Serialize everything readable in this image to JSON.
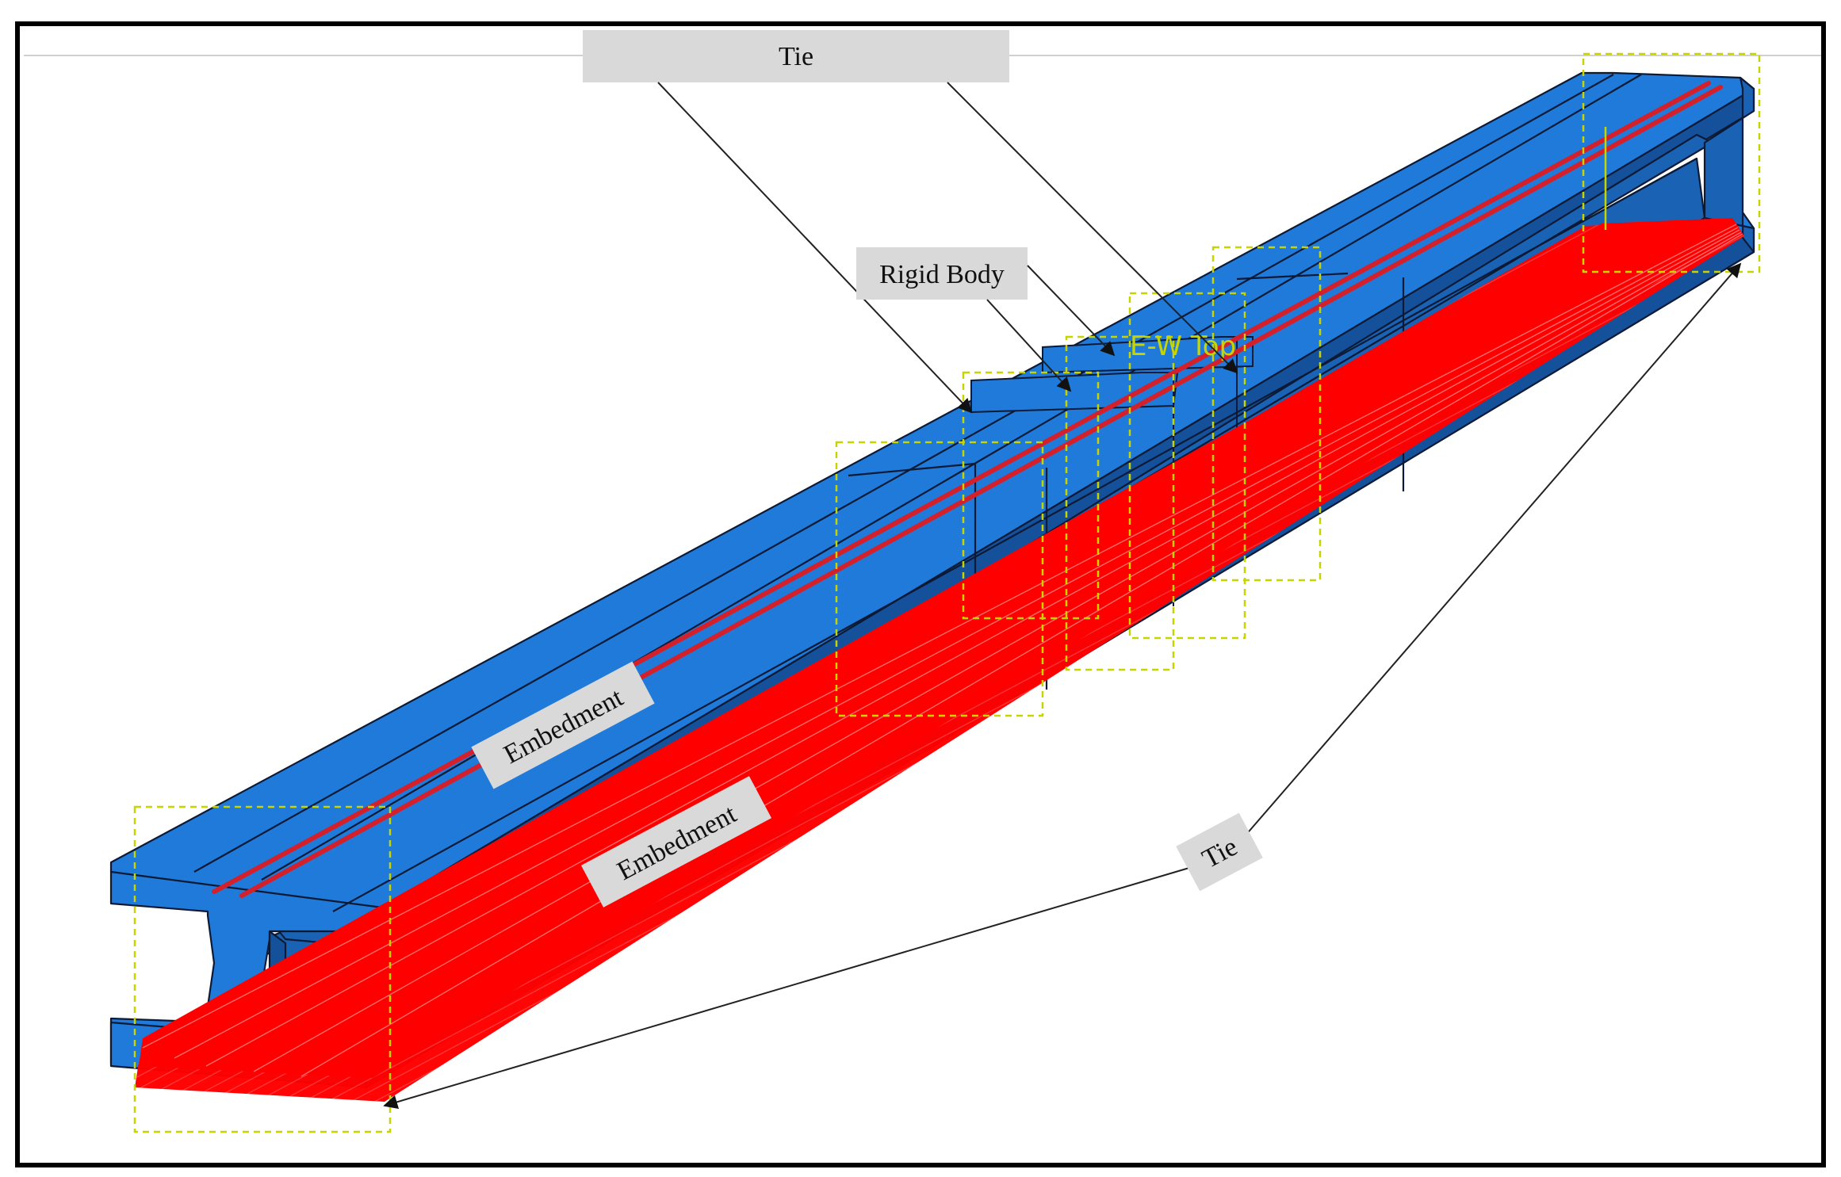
{
  "labels": {
    "tie_top": "Tie",
    "rigid_body": "Rigid Body",
    "embedment_top_flange": "Embedment",
    "embedment_bottom_flange": "Embedment",
    "tie_bottom": "Tie",
    "viewport_set_label": "E-W Top"
  },
  "colors": {
    "beam_face": "#1f7ad9",
    "beam_side": "#1a62b3",
    "beam_shadow": "#15509a",
    "beam_edge": "#0c1a35",
    "strand": "#ff0000",
    "tendon": "#d4202a",
    "constraint_box": "#c8d400",
    "callout_fill": "#d9d9d9",
    "leader_line": "#222222",
    "frame": "#000000"
  },
  "icons": {
    "arrow_head": "arrowhead-icon"
  }
}
